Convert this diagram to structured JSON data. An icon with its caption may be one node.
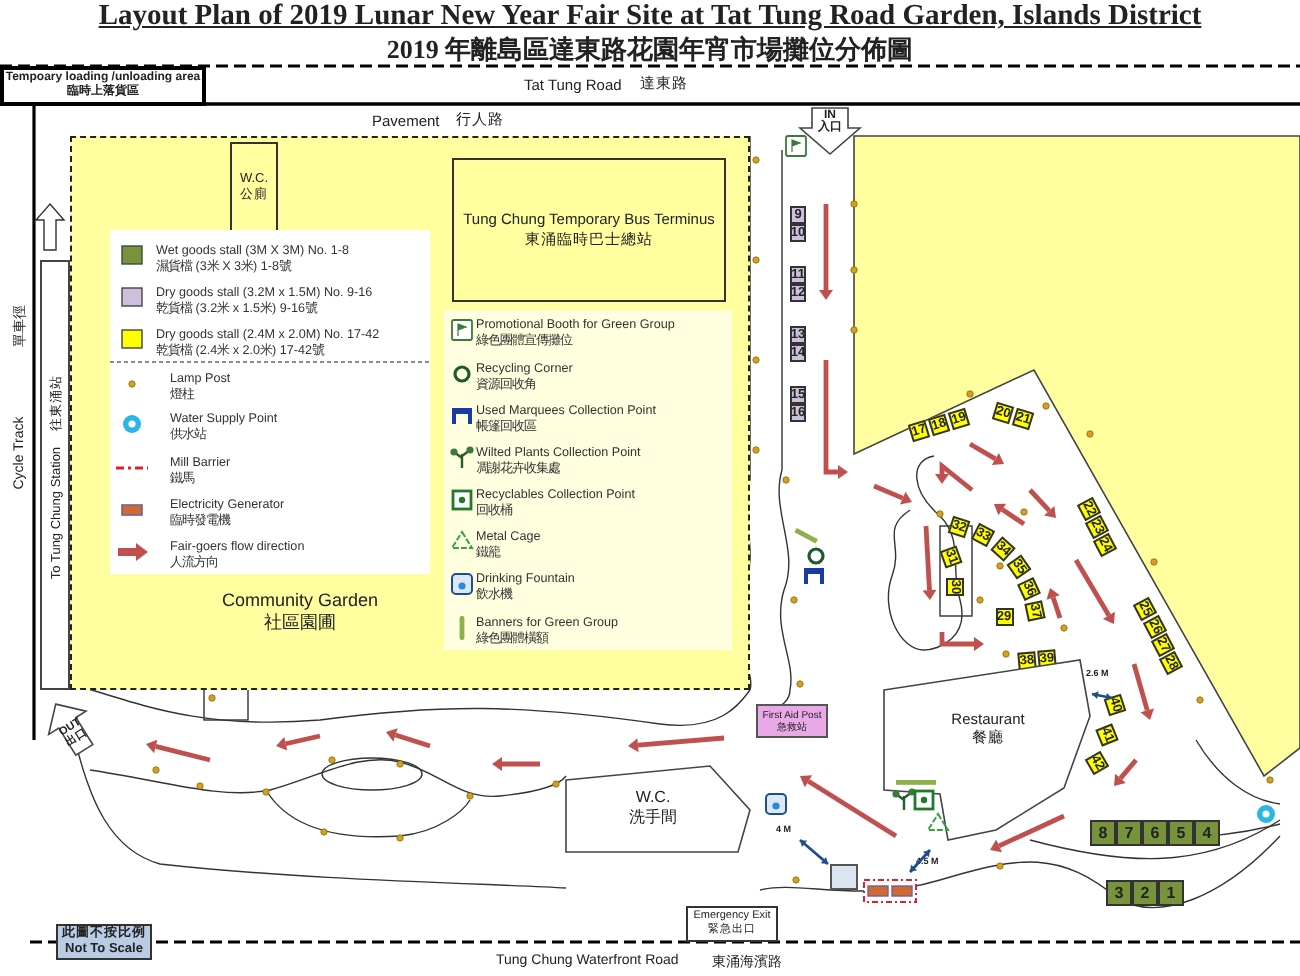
{
  "diagram": {
    "title": "Layout Plan of 2019 Lunar New Year Fair Site at Tat Tung Road Garden, Islands District",
    "nodes": [
      {
        "text": [
          "Tempoary loading /unloading area",
          "臨時上落貨區"
        ]
      },
      {
        "text": [
          "To Tung Chung Station",
          "往東涌站"
        ]
      },
      {
        "text": [
          "Community Garden",
          "社區園圃"
        ]
      },
      {
        "text": [
          "W.C.",
          "公廁"
        ],
        "in": 2
      },
      {
        "text": [
          "Tung Chung Temporary Bus Terminus",
          "東涌臨時巴士總站"
        ],
        "in": 2
      },
      {
        "text": [
          "IN",
          "入口"
        ]
      },
      {
        "text": [],
        "shape": "box"
      },
      {
        "text": [
          "9"
        ]
      },
      {
        "text": [
          "10"
        ]
      },
      {
        "text": [
          "11"
        ]
      },
      {
        "text": [
          "12"
        ]
      },
      {
        "text": [
          "13"
        ]
      },
      {
        "text": [
          "14"
        ]
      },
      {
        "text": [
          "15"
        ]
      },
      {
        "text": [
          "16"
        ]
      },
      {
        "text": [
          "17"
        ]
      },
      {
        "text": [
          "18"
        ]
      },
      {
        "text": [
          "19"
        ]
      },
      {
        "text": [
          "20"
        ]
      },
      {
        "text": [
          "21"
        ]
      },
      {
        "text": [
          "22"
        ]
      },
      {
        "text": [
          "23"
        ]
      },
      {
        "text": [
          "24"
        ]
      },
      {
        "text": [
          "25"
        ]
      },
      {
        "text": [
          "26"
        ]
      },
      {
        "text": [
          "27"
        ]
      },
      {
        "text": [
          "28"
        ]
      },
      {
        "text": [
          "29"
        ]
      },
      {
        "text": [
          "30"
        ]
      },
      {
        "text": [
          "31"
        ]
      },
      {
        "text": [
          "32"
        ]
      },
      {
        "text": [
          "33"
        ]
      },
      {
        "text": [
          "34"
        ]
      },
      {
        "text": [
          "35"
        ]
      },
      {
        "text": [
          "36"
        ]
      },
      {
        "text": [
          "37"
        ]
      },
      {
        "text": [
          "38"
        ]
      },
      {
        "text": [
          "39"
        ]
      },
      {
        "text": [
          "40"
        ]
      },
      {
        "text": [
          "41"
        ]
      },
      {
        "text": [
          "42"
        ]
      },
      {
        "text": [
          "Restaurant",
          "餐廳"
        ]
      },
      {
        "text": [
          "First Aid Post",
          "急救站"
        ]
      },
      {
        "text": [],
        "shape": "box"
      },
      {
        "text": [
          "W.C.",
          "洗手間"
        ]
      },
      {
        "text": [
          "8"
        ]
      },
      {
        "text": [
          "7"
        ]
      },
      {
        "text": [
          "6"
        ]
      },
      {
        "text": [
          "5"
        ]
      },
      {
        "text": [
          "4"
        ]
      },
      {
        "text": [
          "3"
        ]
      },
      {
        "text": [
          "2"
        ]
      },
      {
        "text": [
          "1"
        ]
      },
      {
        "text": [
          "OUT",
          "出口"
        ]
      },
      {
        "text": [
          "Emergency Exit",
          "緊急出口"
        ]
      },
      {
        "text": [
          "此圖不按比例",
          "Not To Scale"
        ]
      }
    ],
    "labels": [
      "2019 年離島區達東路花園年宵市場攤位分佈圖",
      "Tat Tung Road",
      "達東路",
      "Pavement",
      "行人路",
      "Cycle Track",
      "單車徑",
      "2.6 M",
      "4 M",
      "4.5 M",
      "Tung Chung Waterfront Road",
      "東涌海濱路"
    ],
    "legend": [
      {
        "text": "Wet goods stall (3M X 3M)  No. 1-8 濕貨檔 (3米 X 3米)  1-8號",
        "color": "#77933c"
      },
      {
        "text": "Dry goods stall (3.2M x 1.5M)  No. 9-16 乾貨檔 (3.2米 x 1.5米) 9-16號",
        "color": "#ccc0da"
      },
      {
        "text": "Dry goods stall (2.4M x 2.0M)  No. 17-42 乾貨檔 (2.4米 x 2.0米)  17-42號",
        "color": "#ffff00"
      },
      {
        "text": "Lamp Post 燈柱"
      },
      {
        "text": "Water Supply Point 供水站"
      },
      {
        "text": "Mill Barrier 鐵馬"
      },
      {
        "text": "Electricity Generator 臨時發電機"
      },
      {
        "text": "Fair-goers flow direction 人流方向"
      },
      {
        "text": "Promotional Booth for Green Group 綠色團體宣傳攤位"
      },
      {
        "text": "Recycling Corner 資源回收角"
      },
      {
        "text": "Used Marquees Collection Point 帳篷回收區"
      },
      {
        "text": "Wilted Plants Collection Point 凋謝花卉收集處"
      },
      {
        "text": "Recyclables Collection Point 回收桶"
      },
      {
        "text": "Metal Cage 鐵籠"
      },
      {
        "text": "Drinking Fountain 飲水機"
      },
      {
        "text": "Banners for Green Group 綠色團體橫額"
      }
    ]
  }
}
